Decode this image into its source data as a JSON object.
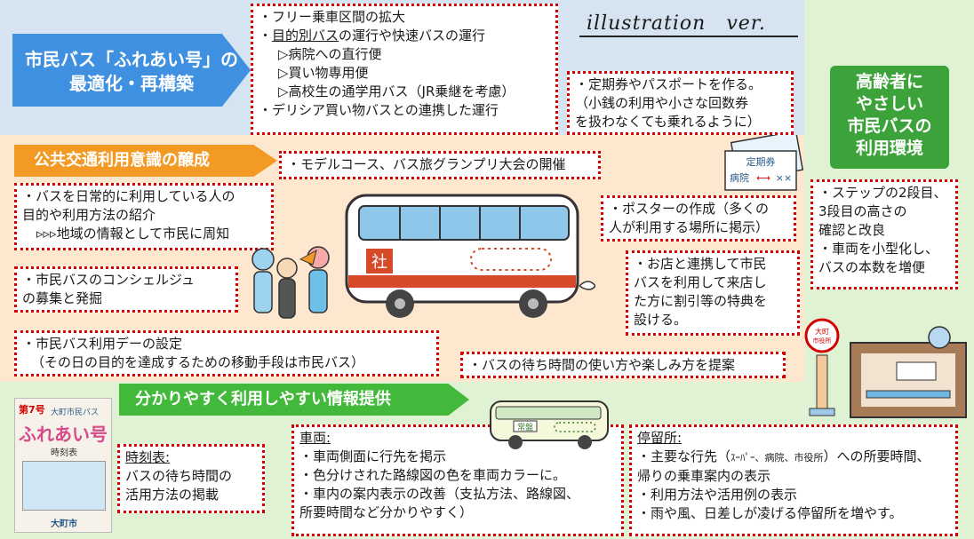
{
  "title_optimize": "市民バス「ふれあい号」の最適化・再構築",
  "title_optimize_line1": "市民バス「ふれあい号」の",
  "title_optimize_line2": "最適化・再構築",
  "optimize_box": {
    "l1": "・フリー乗車区間の拡大",
    "l2a": "・",
    "l2b": "目的別バス",
    "l2c": "の運行や快速バスの運行",
    "l3": "▷病院への直行便",
    "l4": "▷買い物専用便",
    "l5": "▷高校生の通学用バス（JR乗継を考慮）",
    "l6": "・デリシア買い物バスとの連携した運行"
  },
  "illustration_label": "illustration　ver.",
  "pass_box": {
    "l1": "・定期券やパスポートを作る。",
    "l2": "（小銭の利用や小さな回数券",
    "l3": "を扱わなくても乗れるように）"
  },
  "title_elder": {
    "l1": "高齢者に",
    "l2": "やさしい",
    "l3": "市民バスの",
    "l4": "利用環境"
  },
  "elder_box": {
    "l1": "・ステップの2段目、",
    "l2": "3段目の高さの",
    "l3": "確認と改良",
    "l4": "・車両を小型化し、",
    "l5": "バスの本数を増便"
  },
  "title_awareness": "公共交通利用意識の醸成",
  "model_course": "・モデルコース、バス旅グランプリ大会の開催",
  "daily_box": {
    "l1": "・バスを日常的に利用している人の",
    "l2": "目的や利用方法の紹介",
    "l3": "▹▹▹地域の情報として市民に周知"
  },
  "poster_box": {
    "l1": "・ポスターの作成（多くの",
    "l2": "人が利用する場所に掲示）"
  },
  "concierge_box": {
    "l1": "・市民バスのコンシェルジュ",
    "l2": "の募集と発掘"
  },
  "shop_box": {
    "l1": "・お店と連携して市民",
    "l2": "バスを利用して来店し",
    "l3": "た方に割引等の特典を",
    "l4": "設ける。"
  },
  "bus_day_box": {
    "l1": "・市民バス利用デーの設定",
    "l2": "（その日の目的を達成するための移動手段は市民バス）"
  },
  "waiting_box": "・バスの待ち時間の使い方や楽しみ方を提案",
  "title_info": "分かりやすく利用しやすい情報提供",
  "timetable_box": {
    "head": "時刻表:",
    "l1": "バスの待ち時間の",
    "l2": "活用方法の掲載"
  },
  "vehicle_box": {
    "head": "車両:",
    "l1": "・車両側面に行先を掲示",
    "l2": "・色分けされた路線図の色を車両カラーに。",
    "l3": "・車内の案内表示の改善（支払方法、路線図、",
    "l4": "所要時間など分かりやすく）"
  },
  "stop_box": {
    "head": "停留所:",
    "l1a": "・主要な行先（",
    "l1b": "ｽｰﾊﾟｰ、病院、市役所",
    "l1c": "）への所要時間、",
    "l2": "帰りの乗車案内の表示",
    "l3": "・利用方法や活用例の表示",
    "l4": "・雨や風、日差しが凌げる停留所を増やす。"
  },
  "illus": {
    "bus_mark": "社",
    "small_bus_mark": "常盤",
    "pass_card_l1": "定期券",
    "pass_card_l2": "病院",
    "pass_card_l3": "⟷",
    "pass_card_l4": "××",
    "stop_sign_l1": "大町",
    "stop_sign_l2": "市役所",
    "cover_l1": "第7号",
    "cover_l2": "大町市民バス",
    "cover_l3": "ふれあい号",
    "cover_l4": "時刻表",
    "cover_l5": "大町市"
  },
  "colors": {
    "blue_title": "#3f90e0",
    "orange_title": "#f39a25",
    "green_title": "#42b93a",
    "dotted_border": "#d40000"
  }
}
